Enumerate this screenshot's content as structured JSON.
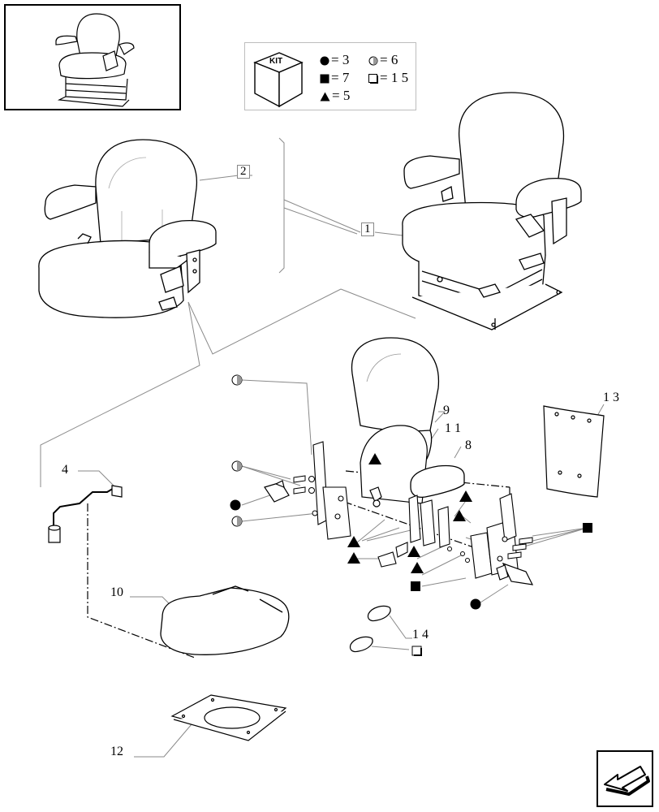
{
  "kit": {
    "box_label": "KIT",
    "entries": [
      {
        "symbol": "filled-circle-icon",
        "text": "= 3"
      },
      {
        "symbol": "half-circle-icon",
        "text": "= 6"
      },
      {
        "symbol": "filled-square-icon",
        "text": "= 7"
      },
      {
        "symbol": "open-square-icon",
        "text": "= 1 5"
      },
      {
        "symbol": "filled-triangle-icon",
        "text": "= 5"
      }
    ]
  },
  "callouts": {
    "c1": "1",
    "c2": "2",
    "c4": "4",
    "c8": "8",
    "c9": "9",
    "c10": "10",
    "c11": "1 1",
    "c12": "12",
    "c13": "1 3",
    "c14": "1 4"
  },
  "colors": {
    "line": "#000000",
    "leader": "#8a8a8a",
    "kit_border": "#bdbdbd"
  }
}
